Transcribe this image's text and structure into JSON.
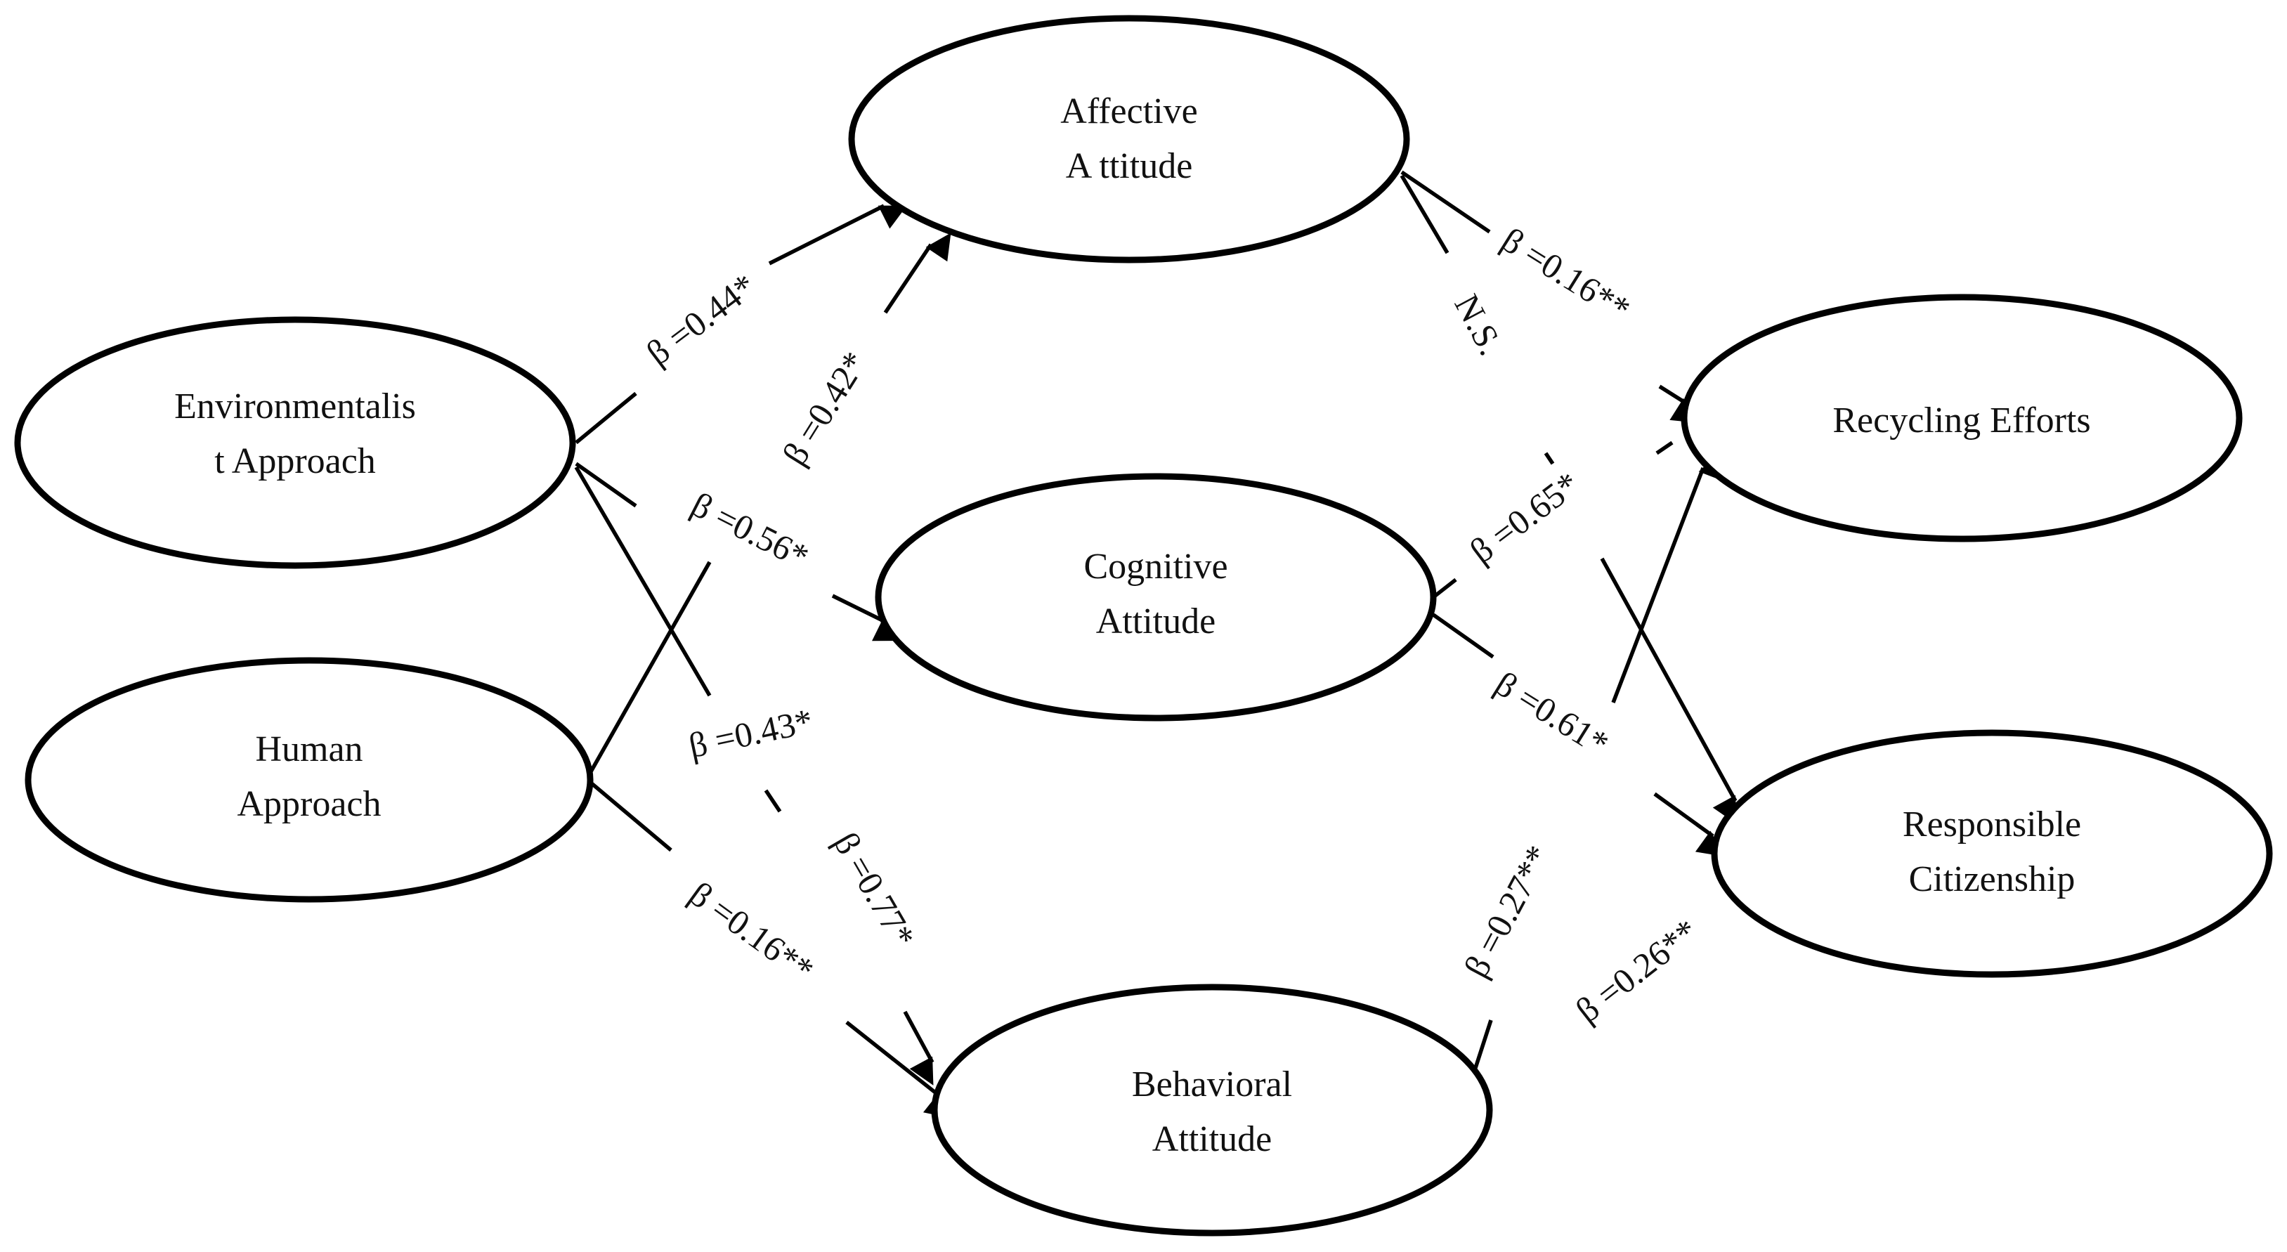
{
  "diagram": {
    "nodes": {
      "env": {
        "line1": "Environmentalis",
        "line2": "t Approach"
      },
      "human": {
        "line1": "Human",
        "line2": "Approach"
      },
      "affective": {
        "line1": "Affective",
        "line2": "A ttitude"
      },
      "cognitive": {
        "line1": "Cognitive",
        "line2": "Attitude"
      },
      "behavioral": {
        "line1": "Behavioral",
        "line2": "Attitude"
      },
      "recycling": {
        "line1": "Recycling Efforts"
      },
      "citizenship": {
        "line1": "Responsible",
        "line2": "Citizenship"
      }
    },
    "edges": {
      "env_affective": "β =0.44*",
      "human_affective": "β =0.42*",
      "env_cognitive": "β =0.56*",
      "env_behavioral": "β =0.43*",
      "human_behavioral_077": "β =0.77*",
      "human_behavioral_016": "β =0.16**",
      "affective_recycling": "β =0.16**",
      "affective_citizenship": "N.S.",
      "cognitive_citizenship": "β =0.65*",
      "cognitive_recycling": "β =0.61*",
      "behavioral_recycling": "β =0.27**",
      "behavioral_citizenship": "β =0.26**"
    }
  }
}
